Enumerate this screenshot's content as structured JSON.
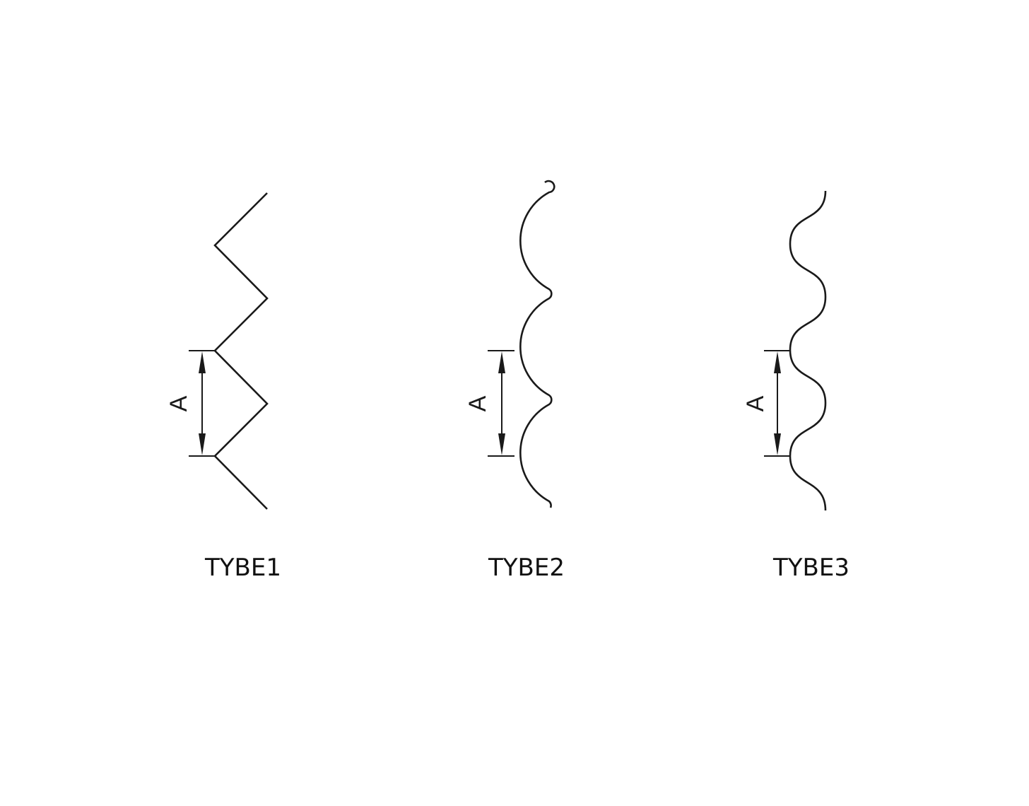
{
  "colors": {
    "background": "#ffffff",
    "ink": "#1a1a1a"
  },
  "profiles": [
    {
      "id": "type1",
      "label": "TYBE1",
      "dimension_label": "A",
      "shape": "zigzag"
    },
    {
      "id": "type2",
      "label": "TYBE2",
      "dimension_label": "A",
      "shape": "scallop-cusped"
    },
    {
      "id": "type3",
      "label": "TYBE3",
      "dimension_label": "A",
      "shape": "sine-wave"
    }
  ]
}
